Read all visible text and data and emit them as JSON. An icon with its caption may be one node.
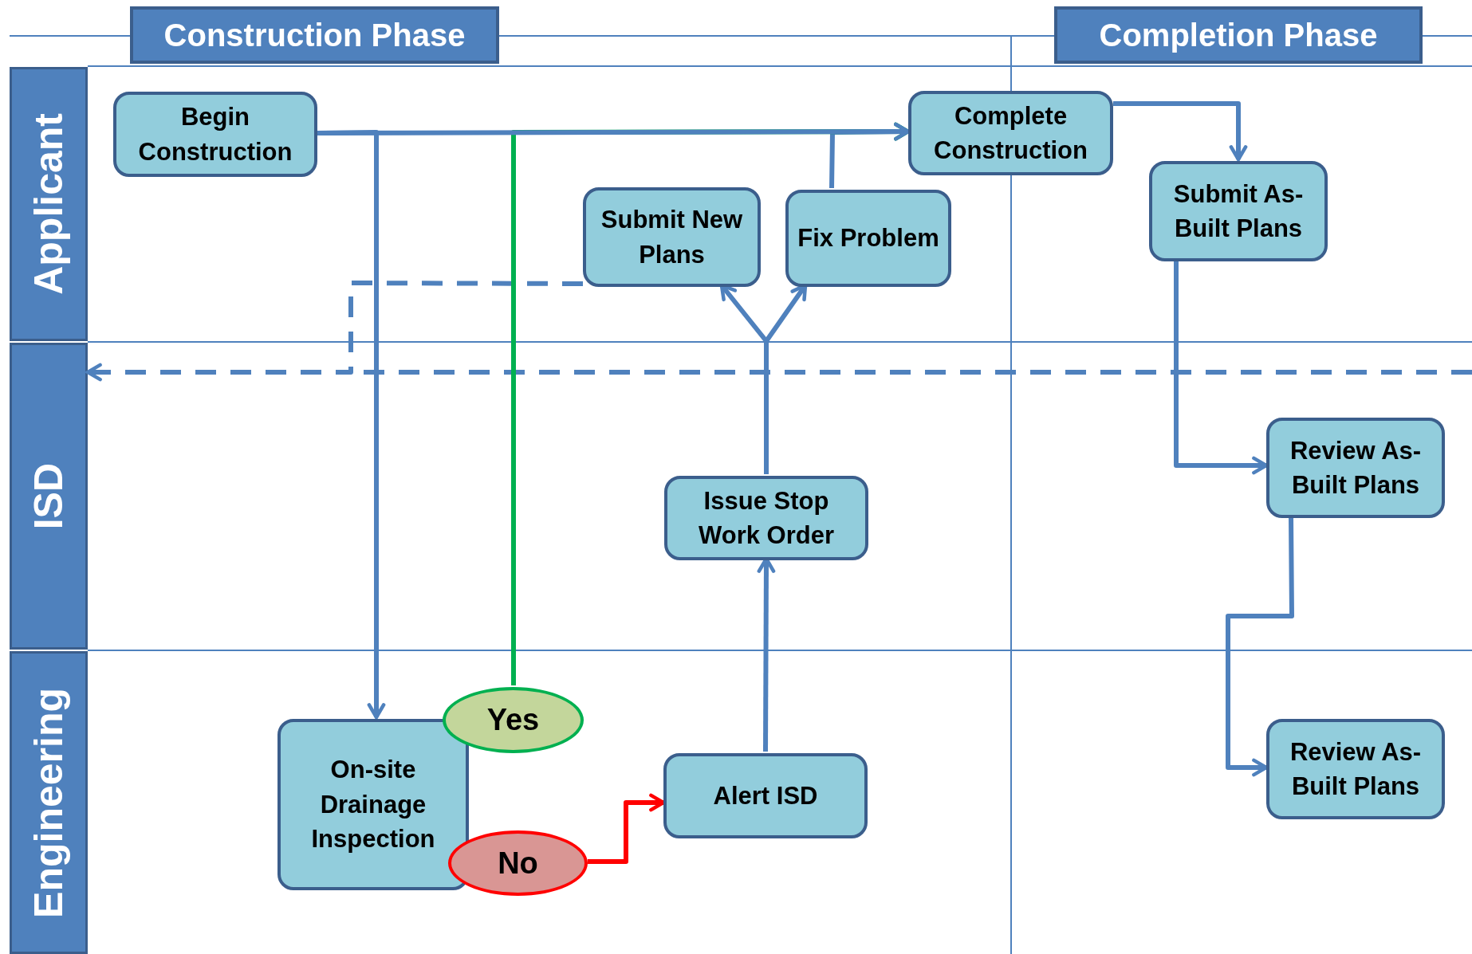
{
  "diagram": {
    "nodes": [
      {
        "text": [
          "Construction Phase"
        ]
      },
      {
        "text": [
          "Completion Phase"
        ]
      },
      {
        "text": [
          "Applicant"
        ]
      },
      {
        "text": [
          "Begin Construction"
        ],
        "in": 2
      },
      {
        "text": [
          "Complete Construction"
        ],
        "in": 2
      },
      {
        "text": [
          "Submit New Plans"
        ],
        "in": 2
      },
      {
        "text": [
          "Fix Problem"
        ],
        "in": 2
      },
      {
        "text": [
          "Submit As-Built Plans"
        ],
        "in": 2
      },
      {
        "text": [
          "ISD"
        ]
      },
      {
        "text": [
          "Issue Stop Work Order"
        ],
        "in": 8
      },
      {
        "text": [
          "Review As-Built Plans"
        ],
        "in": 8
      },
      {
        "text": [
          "Engineering"
        ]
      },
      {
        "text": [
          "On-site Drainage Inspection"
        ],
        "in": 11
      },
      {
        "text": [
          "Yes"
        ],
        "in": 11
      },
      {
        "text": [
          "No"
        ],
        "in": 11
      },
      {
        "text": [
          "Alert ISD"
        ],
        "in": 11
      },
      {
        "text": [
          "Review As-Built Plans"
        ],
        "in": 11
      }
    ],
    "edges": [
      {
        "from": 3,
        "to": 4,
        "arrow": "to"
      },
      {
        "from": 3,
        "to": 12,
        "arrow": "to"
      },
      {
        "from": 13,
        "to": 4,
        "arrow": "to",
        "color": "#00b050"
      },
      {
        "from": 6,
        "to": 4,
        "arrow": "to"
      },
      {
        "from": 4,
        "to": 7,
        "arrow": "to"
      },
      {
        "from": 14,
        "to": 15,
        "arrow": "to",
        "color": "#ff0000"
      },
      {
        "from": 15,
        "to": 9,
        "arrow": "to"
      },
      {
        "from": 9,
        "to": 5,
        "arrow": "to"
      },
      {
        "from": 9,
        "to": 6,
        "arrow": "to"
      },
      {
        "from": 5,
        "to": 8,
        "arrow": "to",
        "style": "dashed"
      },
      {
        "from": 7,
        "to": 10,
        "arrow": "to"
      },
      {
        "from": 10,
        "to": 16,
        "arrow": "to"
      }
    ]
  }
}
